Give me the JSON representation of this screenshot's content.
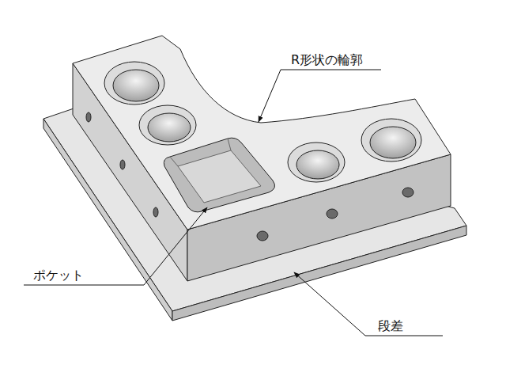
{
  "diagram": {
    "labels": [
      "R形状の輪郭",
      "ポケット",
      "段差"
    ]
  }
}
